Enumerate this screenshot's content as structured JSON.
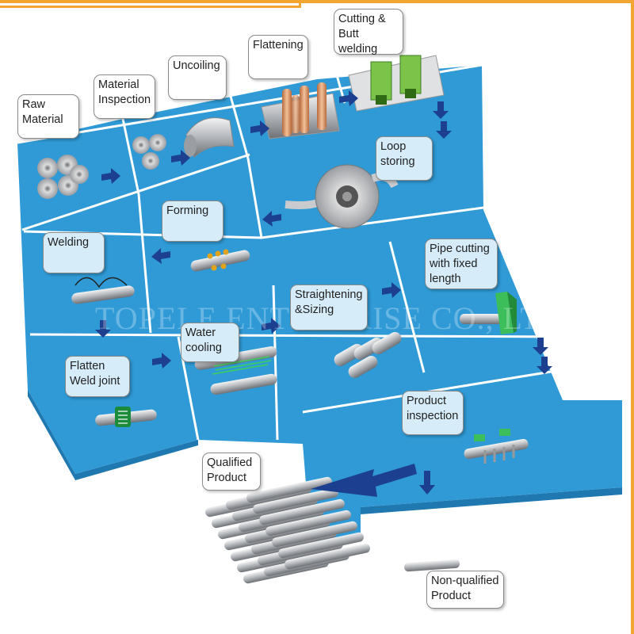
{
  "colors": {
    "board": "#2f9ad6",
    "board_dark": "#1f78b0",
    "grid_line": "#ffffff",
    "arrow": "#1d3f8f",
    "frame": "#f2a531",
    "label_blue": "#d6ecf8"
  },
  "labels": {
    "raw_material": "Raw\nMaterial",
    "material_inspection": "Material\nInspection",
    "uncoiling": "Uncoiling",
    "flattening": "Flattening",
    "cutting_butt_welding": "Cutting &\nButt welding",
    "loop_storing": "Loop\nstoring",
    "forming": "Forming",
    "welding": "Welding",
    "straightening_sizing": "Straightening\n&Sizing",
    "pipe_cutting": "Pipe cutting\nwith fixed\nlength",
    "water_cooling": "Water\ncooling",
    "flatten_weld_joint": "Flatten\nWeld joint",
    "product_inspection": "Product\ninspection",
    "qualified_product": "Qualified\nProduct",
    "non_qualified_product": "Non-qualified\nProduct"
  },
  "watermark": "TOPELE ENTERPRISE CO., LTD."
}
